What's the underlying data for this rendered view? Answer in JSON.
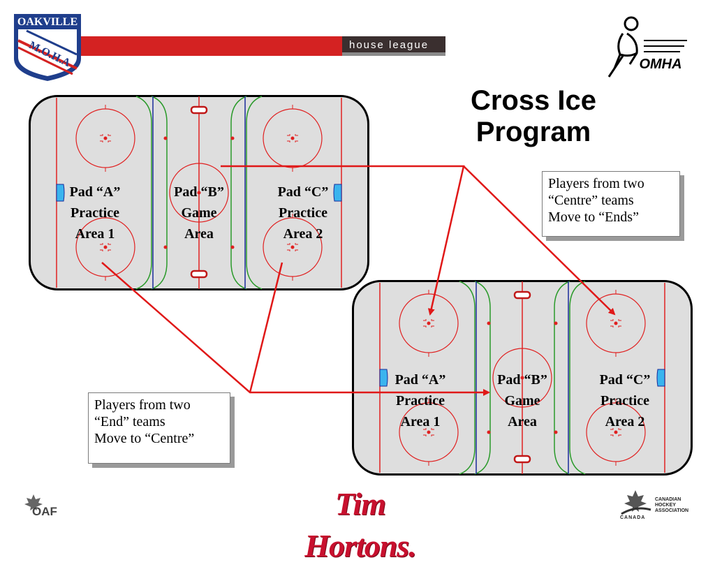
{
  "header": {
    "left_logo_text": [
      "OAKVILLE",
      "M.O.H.A"
    ],
    "banner_text": "house league",
    "right_logo_text": "OMHA"
  },
  "title": [
    "Cross Ice",
    "Program"
  ],
  "rinks": [
    {
      "pads": [
        {
          "lines": [
            "Pad “A”",
            "Practice",
            "Area 1"
          ]
        },
        {
          "lines": [
            "Pad “B”",
            "Game",
            "Area"
          ]
        },
        {
          "lines": [
            "Pad “C”",
            "Practice",
            "Area 2"
          ]
        }
      ]
    },
    {
      "pads": [
        {
          "lines": [
            "Pad “A”",
            "Practice",
            "Area 1"
          ]
        },
        {
          "lines": [
            "Pad “B”",
            "Game",
            "Area"
          ]
        },
        {
          "lines": [
            "Pad “C”",
            "Practice",
            "Area 2"
          ]
        }
      ]
    }
  ],
  "callouts": {
    "centre_to_ends": [
      "Players from two",
      "“Centre” teams",
      "Move to “Ends”"
    ],
    "ends_to_centre": [
      "Players from two",
      "“End” teams",
      "Move to “Centre”"
    ]
  },
  "footer": {
    "left_logo_text": "OAF",
    "center_logo_text": "Tim Hortons.",
    "right_logo_text": [
      "CANADIAN",
      "HOCKEY",
      "ASSOCIATION"
    ],
    "right_logo_country": "CANADA"
  },
  "colors": {
    "banner_red": "#d42222",
    "ice": "#dedede",
    "red_line": "#e02020",
    "blue_line": "#1a2a9a",
    "divider_green": "#2a9a2a",
    "arrow": "#e01818",
    "net_blue": "#3ab4ee"
  },
  "icons": [
    "oakville-moha-logo-icon",
    "omha-player-logo-icon",
    "oaf-logo-icon",
    "maple-leaf-icon"
  ]
}
